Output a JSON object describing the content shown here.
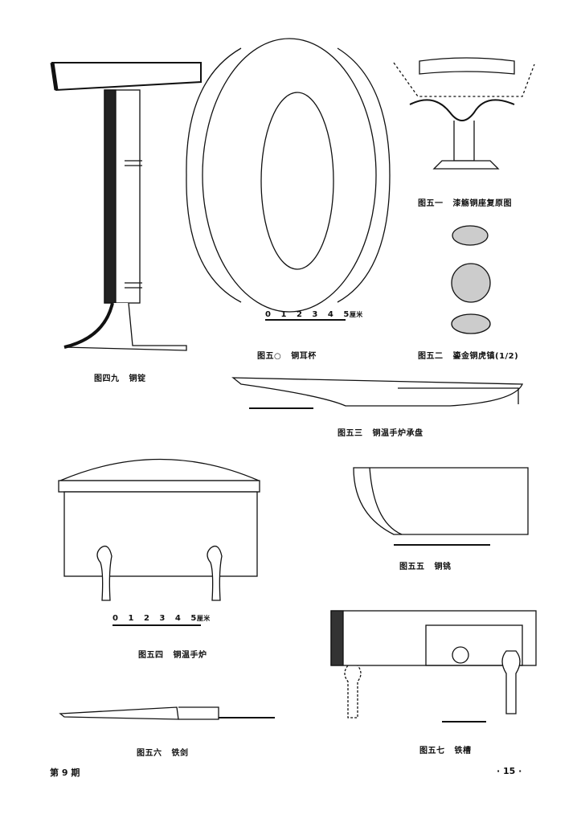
{
  "figures": [
    {
      "num": "图四九",
      "title": "铜锭"
    },
    {
      "num": "图五○",
      "title": "铜耳杯"
    },
    {
      "num": "图五一",
      "title": "漆觞铜座复原图"
    },
    {
      "num": "图五二",
      "title": "鎏金铜虎镇(1/2)"
    },
    {
      "num": "图五三",
      "title": "铜温手炉承盘"
    },
    {
      "num": "图五四",
      "title": "铜温手炉"
    },
    {
      "num": "图五五",
      "title": "铜铫"
    },
    {
      "num": "图五六",
      "title": "铁剑"
    },
    {
      "num": "图五七",
      "title": "铁槽"
    }
  ],
  "scale": {
    "ticks": [
      "0",
      "1",
      "2",
      "3",
      "4",
      "5"
    ],
    "unit": "厘米"
  },
  "footer": {
    "issue": "第 9 期",
    "page": "· 15 ·"
  }
}
